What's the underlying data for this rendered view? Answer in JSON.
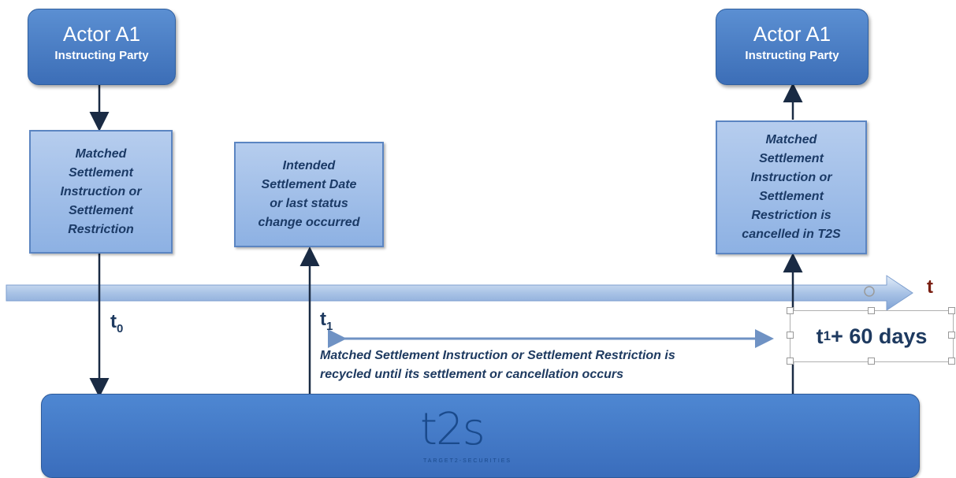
{
  "actor_left": {
    "title": "Actor A1",
    "subtitle": "Instructing Party"
  },
  "actor_right": {
    "title": "Actor A1",
    "subtitle": "Instructing Party"
  },
  "box_matched": {
    "lines": [
      "Matched",
      "Settlement",
      "Instruction  or",
      "Settlement",
      "Restriction"
    ]
  },
  "box_intended": {
    "lines": [
      "Intended",
      "Settlement Date",
      "or last status",
      "change occurred"
    ]
  },
  "box_cancelled": {
    "lines": [
      "Matched",
      "Settlement",
      "Instruction or",
      "Settlement",
      "Restriction is",
      "cancelled in T2S"
    ]
  },
  "timeline": {
    "axis_label": "t",
    "t0": {
      "main": "t",
      "sub": "0"
    },
    "t1": {
      "main": "t",
      "sub": "1"
    }
  },
  "note": {
    "line1": "Matched Settlement Instruction or Settlement  Restriction is",
    "line2": "recycled until its settlement or cancellation occurs"
  },
  "t60": {
    "main": "t",
    "sub": "1",
    "rest": "+ 60 days"
  },
  "platform": {
    "logo": "t2s",
    "logo_sub": "TARGET2-SECURITIES"
  }
}
